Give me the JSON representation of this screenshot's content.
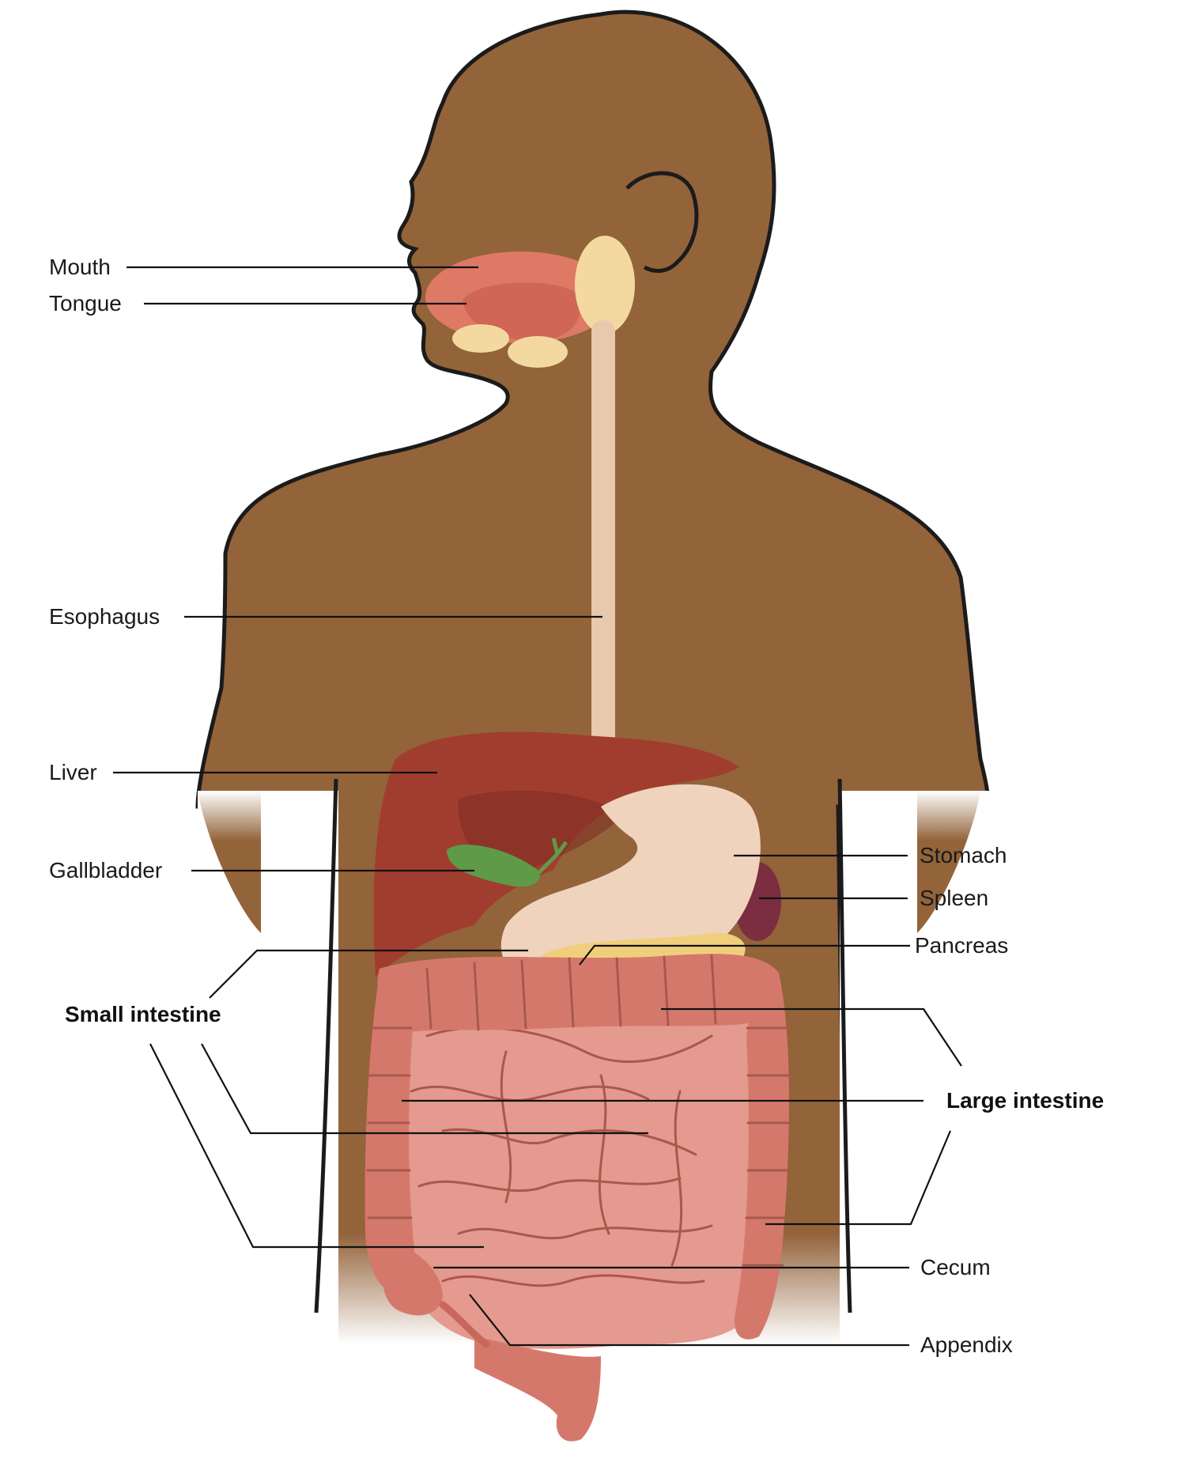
{
  "colors": {
    "background": "#ffffff",
    "skin": "#93633a",
    "outline": "#1b1b1b",
    "mouth": "#e07a66",
    "tongue": "#d06656",
    "salivary_gland": "#f3d9a0",
    "esophagus": "#e8c9ad",
    "liver": "#a13d2f",
    "gallbladder": "#5f9a48",
    "stomach": "#efd3bd",
    "spleen": "#7a2e40",
    "pancreas": "#f0cf7c",
    "small_intestine": "#e49a8e",
    "large_intestine": "#d5786c"
  },
  "labels": {
    "mouth": "Mouth",
    "tongue": "Tongue",
    "esophagus": "Esophagus",
    "liver": "Liver",
    "gallbladder": "Gallbladder",
    "small_intestine": "Small intestine",
    "stomach": "Stomach",
    "spleen": "Spleen",
    "pancreas": "Pancreas",
    "large_intestine": "Large intestine",
    "cecum": "Cecum",
    "appendix": "Appendix"
  }
}
